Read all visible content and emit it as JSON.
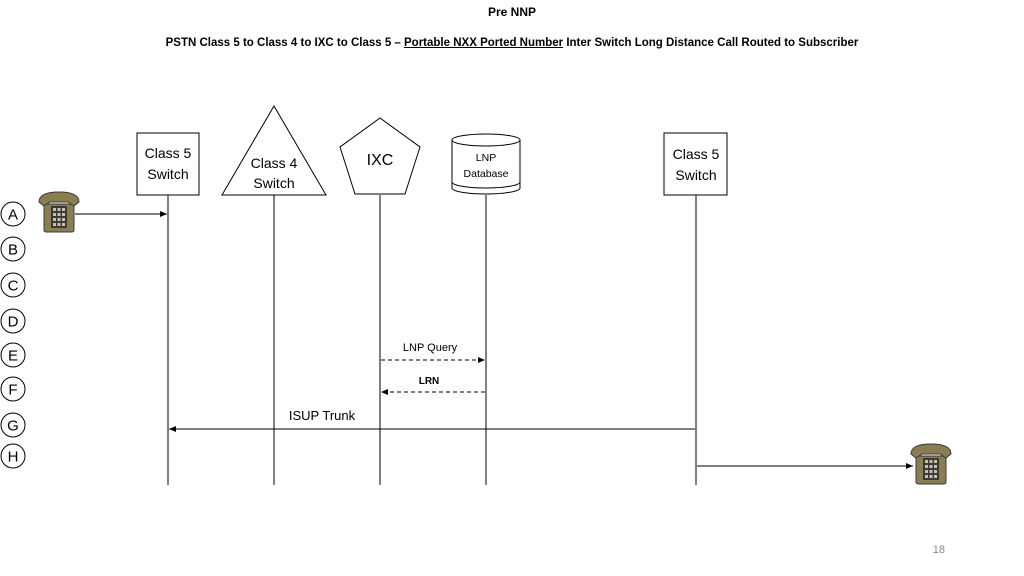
{
  "header": {
    "pre_title": "Pre NNP",
    "subtitle_part1": "PSTN Class 5 to Class 4 to IXC to Class 5 – ",
    "subtitle_underlined": "Portable NXX Ported Number",
    "subtitle_part2": " Inter Switch Long Distance Call Routed to Subscriber"
  },
  "nodes": {
    "class5_left": {
      "line1": "Class 5",
      "line2": "Switch"
    },
    "class4": {
      "line1": "Class 4",
      "line2": "Switch"
    },
    "ixc": {
      "label": "IXC"
    },
    "lnp_db": {
      "line1": "LNP",
      "line2": "Database"
    },
    "class5_right": {
      "line1": "Class 5",
      "line2": "Switch"
    }
  },
  "steps": [
    "A",
    "B",
    "C",
    "D",
    "E",
    "F",
    "G",
    "H"
  ],
  "messages": {
    "lnp_query": "LNP Query",
    "lrn": "LRN",
    "isup_trunk": "ISUP Trunk"
  },
  "footer": {
    "page_number": "18"
  },
  "colors": {
    "phone_body": "#8b7d52",
    "phone_dark": "#3a3a3a",
    "line": "#000000"
  }
}
